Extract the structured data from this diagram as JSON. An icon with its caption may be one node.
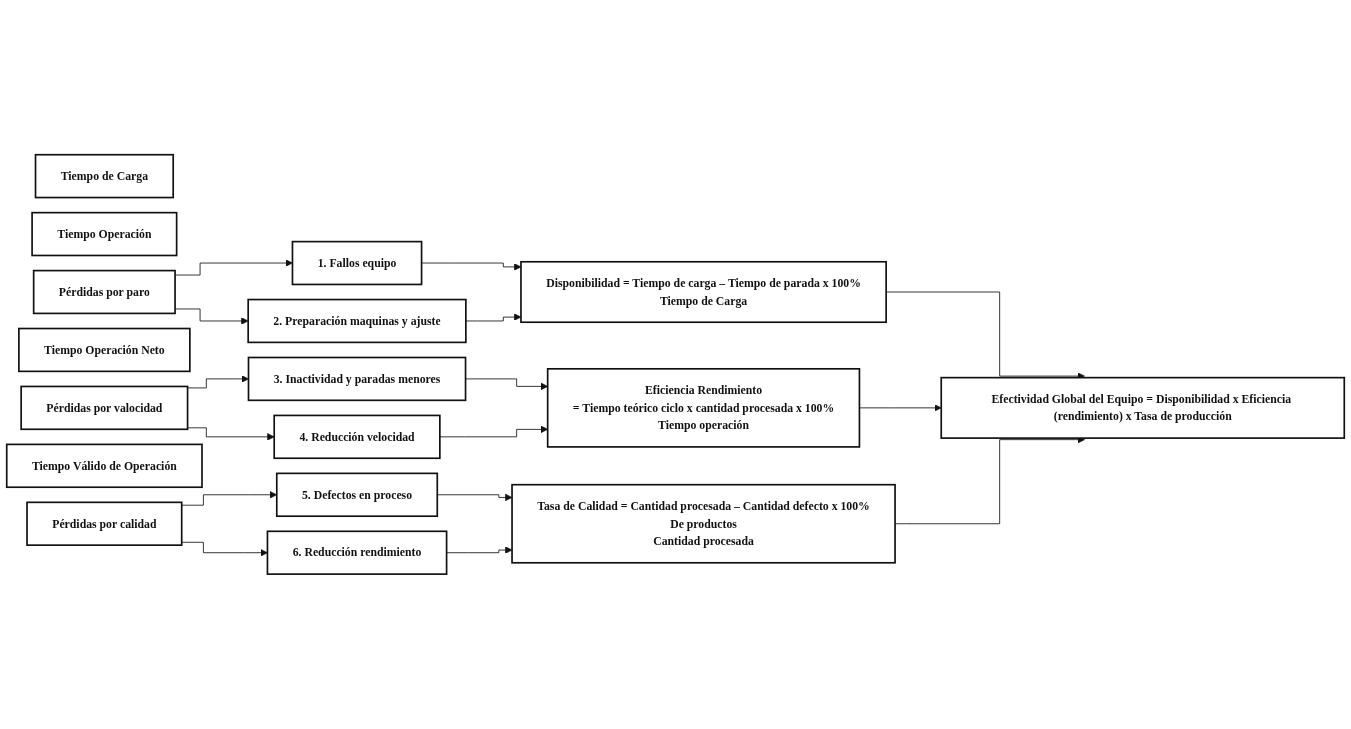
{
  "diagram": {
    "nodes": [
      {
        "text": [
          "Tiempo de Carga"
        ]
      },
      {
        "text": [
          "Tiempo Operación"
        ]
      },
      {
        "text": [
          "Pérdidas por paro"
        ]
      },
      {
        "text": [
          "Tiempo Operación Neto"
        ]
      },
      {
        "text": [
          "Pérdidas por valocidad"
        ]
      },
      {
        "text": [
          "Tiempo Válido de Operación"
        ]
      },
      {
        "text": [
          "Pérdidas por calidad"
        ]
      },
      {
        "text": [
          "1. Fallos equipo"
        ]
      },
      {
        "text": [
          "2. Preparación maquinas y ajuste"
        ]
      },
      {
        "text": [
          "3. Inactividad y paradas menores"
        ]
      },
      {
        "text": [
          "4. Reducción velocidad"
        ]
      },
      {
        "text": [
          "5. Defectos en proceso"
        ]
      },
      {
        "text": [
          "6. Reducción rendimiento"
        ]
      },
      {
        "text": [
          "Disponibilidad = Tiempo de carga – Tiempo de parada x 100%",
          "Tiempo de Carga"
        ]
      },
      {
        "text": [
          "Eficiencia Rendimiento",
          "= Tiempo teórico ciclo x cantidad procesada x 100%",
          "Tiempo operación"
        ]
      },
      {
        "text": [
          "Tasa de Calidad = Cantidad procesada – Cantidad defecto x 100%",
          "De productos",
          "Cantidad procesada"
        ]
      },
      {
        "text": [
          "Efectividad Global del Equipo = Disponibilidad x Eficiencia (rendimiento) x Tasa de producción"
        ]
      }
    ],
    "edges": [
      {
        "from": 2,
        "to": 7,
        "arrow": "to"
      },
      {
        "from": 2,
        "to": 8,
        "arrow": "to"
      },
      {
        "from": 4,
        "to": 9,
        "arrow": "to"
      },
      {
        "from": 4,
        "to": 10,
        "arrow": "to"
      },
      {
        "from": 6,
        "to": 11,
        "arrow": "to"
      },
      {
        "from": 6,
        "to": 12,
        "arrow": "to"
      },
      {
        "from": 7,
        "to": 13,
        "arrow": "to"
      },
      {
        "from": 8,
        "to": 13,
        "arrow": "to"
      },
      {
        "from": 9,
        "to": 14,
        "arrow": "to"
      },
      {
        "from": 10,
        "to": 14,
        "arrow": "to"
      },
      {
        "from": 11,
        "to": 15,
        "arrow": "to"
      },
      {
        "from": 12,
        "to": 15,
        "arrow": "to"
      },
      {
        "from": 13,
        "to": 16,
        "arrow": "to"
      },
      {
        "from": 14,
        "to": 16,
        "arrow": "to"
      },
      {
        "from": 15,
        "to": 16,
        "arrow": "to"
      }
    ]
  }
}
